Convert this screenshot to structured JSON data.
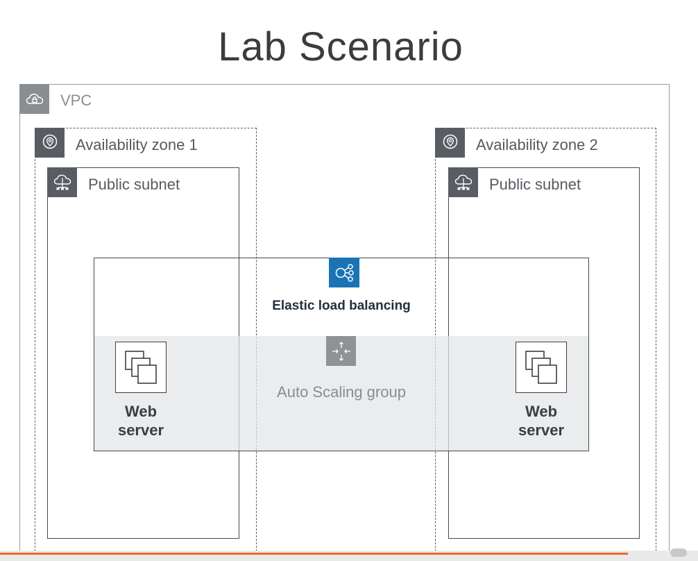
{
  "title": "Lab Scenario",
  "vpc": {
    "label": "VPC",
    "icon": "cloud-lock-icon"
  },
  "availability_zones": [
    {
      "label": "Availability zone 1",
      "icon": "location-pin-icon",
      "subnet": {
        "label": "Public subnet",
        "icon": "cloud-network-icon"
      },
      "server": {
        "label_line1": "Web",
        "label_line2": "server",
        "icon": "instances-icon"
      }
    },
    {
      "label": "Availability zone 2",
      "icon": "location-pin-icon",
      "subnet": {
        "label": "Public subnet",
        "icon": "cloud-network-icon"
      },
      "server": {
        "label_line1": "Web",
        "label_line2": "server",
        "icon": "instances-icon"
      }
    }
  ],
  "load_balancer": {
    "label": "Elastic load balancing",
    "icon": "elastic-load-balancing-icon",
    "color": "#1a73b5"
  },
  "auto_scaling": {
    "label": "Auto Scaling group",
    "icon": "auto-scaling-icon"
  },
  "player": {
    "progress": 0.9,
    "progress_color": "#f06a2a"
  }
}
